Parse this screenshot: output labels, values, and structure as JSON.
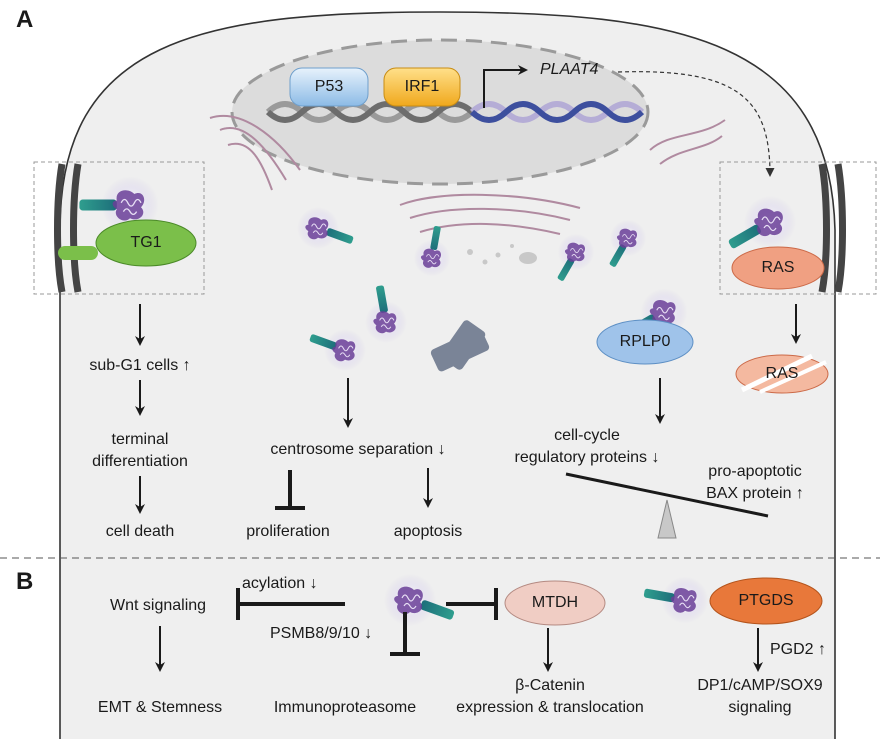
{
  "panels": {
    "a": "A",
    "b": "B"
  },
  "nucleus": {
    "p53": "P53",
    "irf1": "IRF1",
    "gene": "PLAAT4"
  },
  "panel_a": {
    "left": {
      "tg1": "TG1",
      "step1": "sub-G1 cells ↑",
      "step2_line1": "terminal",
      "step2_line2": "differentiation",
      "step3": "cell death"
    },
    "center": {
      "centrosome": "centrosome separation ↓",
      "proliferation": "proliferation",
      "apoptosis": "apoptosis"
    },
    "right_center": {
      "rplp0": "RPLP0",
      "cellcycle_line1": "cell-cycle",
      "cellcycle_line2": "regulatory proteins ↓",
      "bax_line1": "pro-apoptotic",
      "bax_line2": "BAX protein ↑"
    },
    "right": {
      "ras": "RAS",
      "ras_degraded": "RAS"
    }
  },
  "panel_b": {
    "wnt": "Wnt signaling",
    "acylation": "acylation ↓",
    "emt": "EMT & Stemness",
    "psmb": "PSMB8/9/10 ↓",
    "immuno": "Immunoproteasome",
    "mtdh": "MTDH",
    "catenin_line1": "β-Catenin",
    "catenin_line2": "expression & translocation",
    "ptgds": "PTGDS",
    "pgd2": "PGD2 ↑",
    "dp1_line1": "DP1/cAMP/SOX9",
    "dp1_line2": "signaling"
  },
  "colors": {
    "cell_fill": "#efefef",
    "p53": "#a9cdee",
    "irf1": "#f2b52c",
    "tg1": "#7bbf4a",
    "ras": "#f0a082",
    "rplp0": "#9fc3ea",
    "mtdh": "#f0cdc4",
    "ptgds": "#e8783a",
    "dna_strand": "#3d4f9e",
    "protein": "#6a3e98"
  }
}
